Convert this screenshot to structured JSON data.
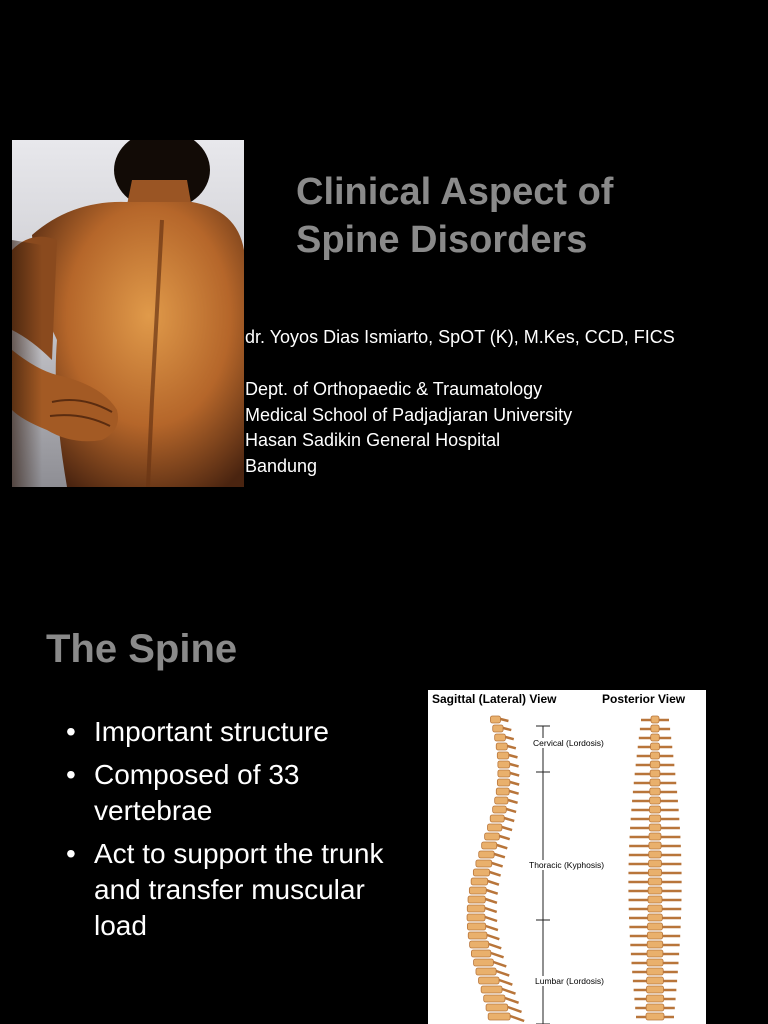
{
  "slide1": {
    "photo": {
      "alt": "man holding lower back"
    },
    "title": [
      "Clinical Aspect of",
      "Spine Disorders"
    ],
    "author": "dr. Yoyos Dias Ismiarto, SpOT (K), M.Kes, CCD, FICS",
    "affiliation": [
      "Dept. of Orthopaedic & Traumatology",
      "Medical School of Padjadjaran University",
      "Hasan Sadikin General Hospital",
      "Bandung"
    ]
  },
  "slide2": {
    "title": "The Spine",
    "bullets": [
      "Important structure",
      "Composed of 33 vertebrae",
      "Act to support the trunk and transfer muscular load"
    ],
    "figure": {
      "headings": {
        "lateral": "Sagittal (Lateral) View",
        "posterior": "Posterior View"
      },
      "regions": {
        "cervical": "Cervical (Lordosis)",
        "thoracic": "Thoracic (Kyphosis)",
        "lumbar": "Lumbar (Lordosis)"
      },
      "colors": {
        "bone": "#e9b06c",
        "bone_shade": "#b8753a",
        "bracket": "#222222"
      }
    }
  }
}
